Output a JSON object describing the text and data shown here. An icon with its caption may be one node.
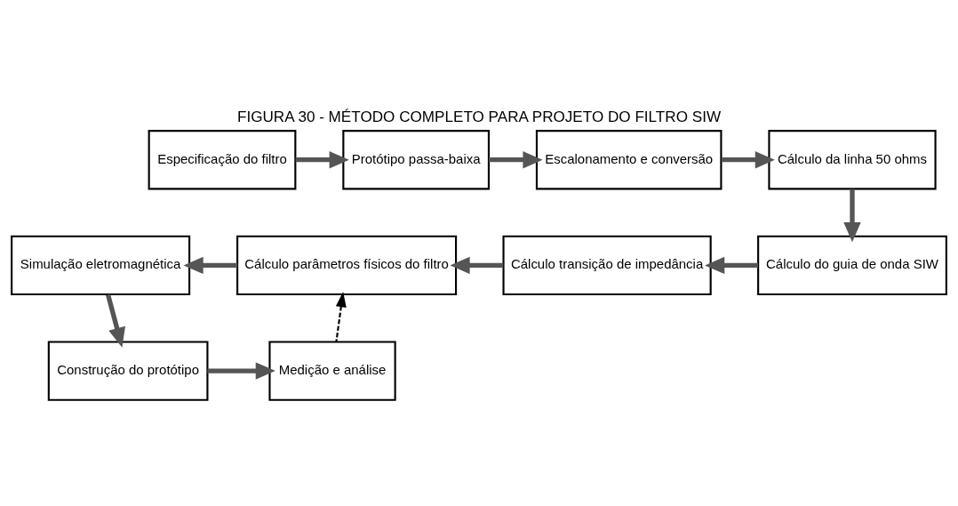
{
  "diagram": {
    "title": "FIGURA 30 - MÉTODO COMPLETO PARA PROJETO DO FILTRO SIW",
    "nodes": [
      {
        "text": [
          "Especificação do filtro"
        ]
      },
      {
        "text": [
          "Protótipo passa-baixa"
        ]
      },
      {
        "text": [
          "Escalonamento e conversão"
        ]
      },
      {
        "text": [
          "Cálculo da linha 50 ohms"
        ]
      },
      {
        "text": [
          "Cálculo do guia de onda SIW"
        ]
      },
      {
        "text": [
          "Cálculo transição de impedância"
        ]
      },
      {
        "text": [
          "Cálculo parâmetros físicos do filtro"
        ]
      },
      {
        "text": [
          "Simulação eletromagnética"
        ]
      },
      {
        "text": [
          "Construção do protótipo"
        ]
      },
      {
        "text": [
          "Medição e análise"
        ]
      }
    ],
    "edges": [
      {
        "from": 0,
        "to": 1,
        "arrow": "to"
      },
      {
        "from": 1,
        "to": 2,
        "arrow": "to"
      },
      {
        "from": 2,
        "to": 3,
        "arrow": "to"
      },
      {
        "from": 3,
        "to": 4,
        "arrow": "to"
      },
      {
        "from": 4,
        "to": 5,
        "arrow": "to"
      },
      {
        "from": 5,
        "to": 6,
        "arrow": "to"
      },
      {
        "from": 6,
        "to": 7,
        "arrow": "to"
      },
      {
        "from": 7,
        "to": 8,
        "arrow": "to"
      },
      {
        "from": 8,
        "to": 9,
        "arrow": "to"
      },
      {
        "from": 9,
        "to": 6,
        "arrow": "to",
        "style": "dashed"
      }
    ]
  }
}
